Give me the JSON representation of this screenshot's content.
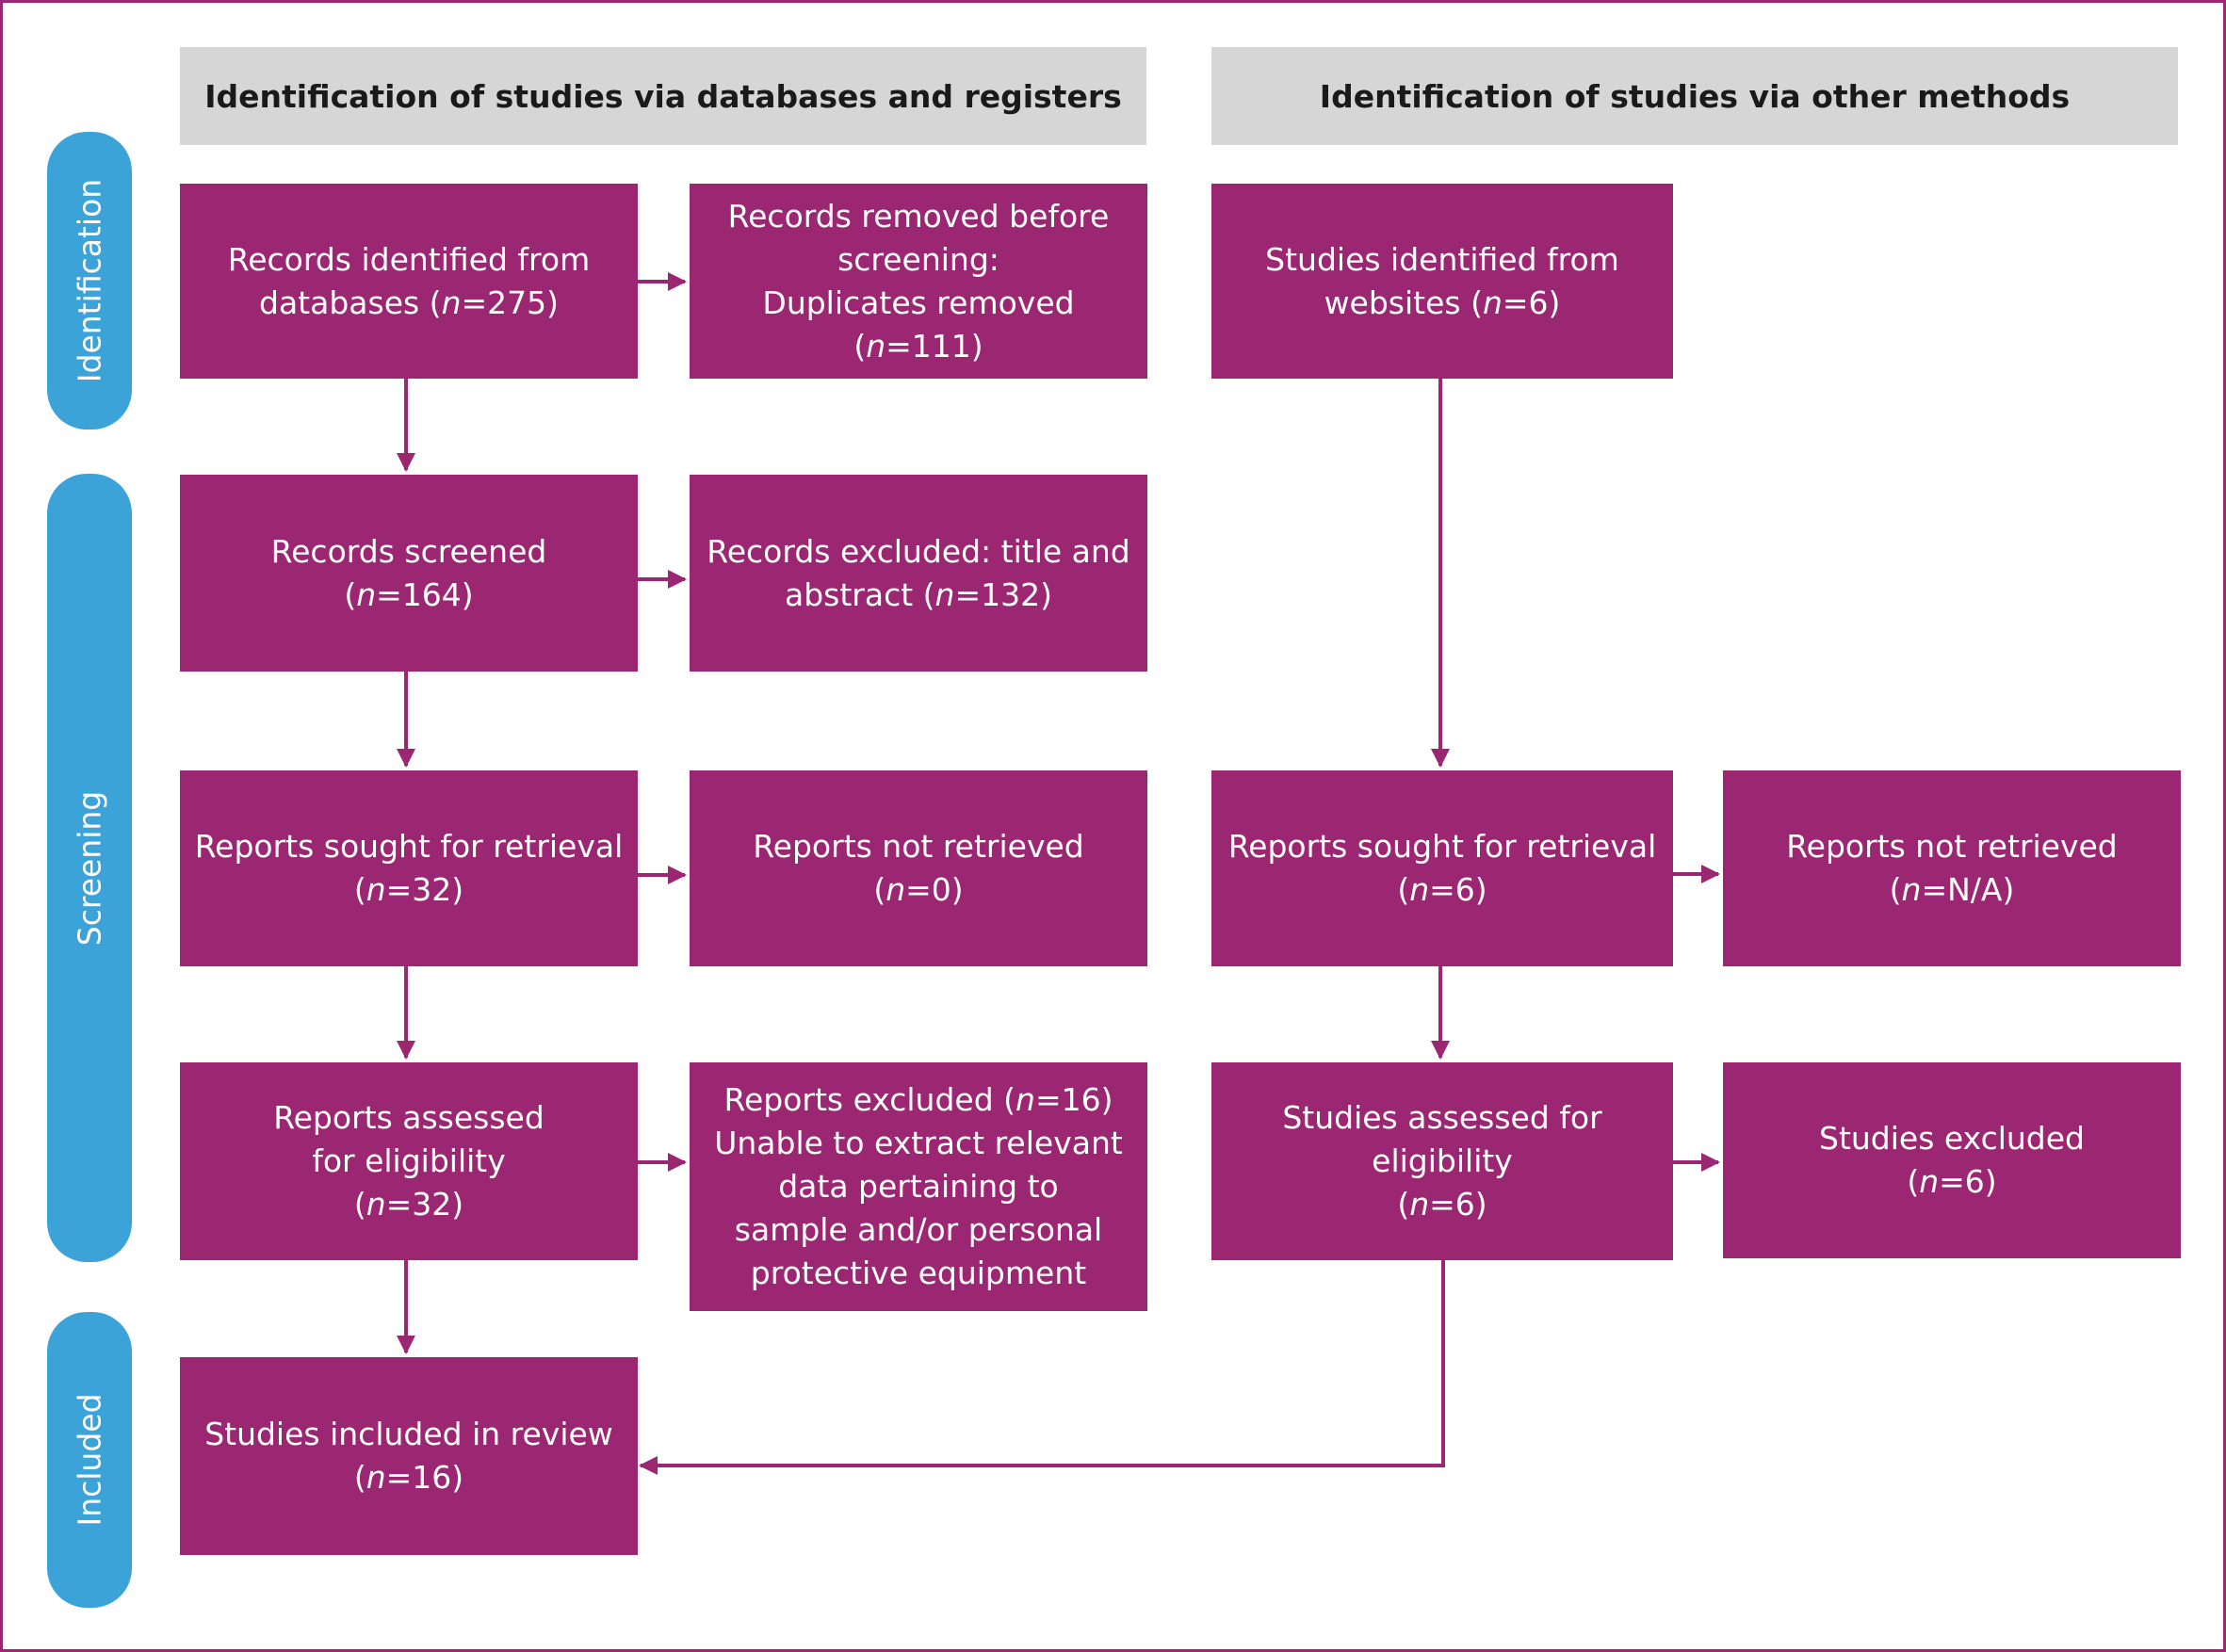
{
  "colors": {
    "box": "#9b2671",
    "stage": "#3ca3d9",
    "header": "#d6d6d6",
    "arrow": "#9b2671"
  },
  "headers": {
    "databases": "Identification of studies via databases and registers",
    "other": "Identification of studies via other methods"
  },
  "stages": {
    "identification": "Identification",
    "screening": "Screening",
    "included": "Included"
  },
  "boxes": {
    "records_identified": {
      "lines": [
        "Records identified from"
      ],
      "prefix": "databases (",
      "n": "n",
      "value": "=275)"
    },
    "records_removed": {
      "lines": [
        "Records removed before",
        "screening:",
        "Duplicates removed"
      ],
      "prefix": "(",
      "n": "n",
      "value": "=111)"
    },
    "studies_websites": {
      "lines": [
        "Studies identified from"
      ],
      "prefix": "websites (",
      "n": "n",
      "value": "=6)"
    },
    "records_screened": {
      "lines": [
        "Records screened"
      ],
      "prefix": "(",
      "n": "n",
      "value": "=164)"
    },
    "records_excluded": {
      "lines": [
        "Records excluded: title and"
      ],
      "prefix": "abstract (",
      "n": "n",
      "value": "=132)"
    },
    "reports_sought_db": {
      "lines": [
        "Reports sought for retrieval"
      ],
      "prefix": "(",
      "n": "n",
      "value": "=32)"
    },
    "reports_not_retrieved_db": {
      "lines": [
        "Reports not retrieved"
      ],
      "prefix": "(",
      "n": "n",
      "value": "=0)"
    },
    "reports_sought_other": {
      "lines": [
        "Reports sought for retrieval"
      ],
      "prefix": "(",
      "n": "n",
      "value": "=6)"
    },
    "reports_not_retrieved_other": {
      "lines": [
        "Reports not retrieved"
      ],
      "prefix": "(",
      "n": "n",
      "value": "=N/A)"
    },
    "reports_assessed": {
      "lines": [
        "Reports assessed",
        "for eligibility"
      ],
      "prefix": "(",
      "n": "n",
      "value": "=32)"
    },
    "reports_excluded": {
      "first_prefix": "Reports excluded (",
      "n": "n",
      "first_value": "=16)",
      "lines": [
        "Unable to extract relevant",
        "data pertaining to",
        "sample and/or personal",
        "protective equipment"
      ]
    },
    "studies_assessed": {
      "lines": [
        "Studies assessed for",
        "eligibility"
      ],
      "prefix": "(",
      "n": "n",
      "value": "=6)"
    },
    "studies_excluded": {
      "lines": [
        "Studies excluded"
      ],
      "prefix": "(",
      "n": "n",
      "value": "=6)"
    },
    "studies_included": {
      "lines": [
        "Studies included in review"
      ],
      "prefix": "(",
      "n": "n",
      "value": "=16)"
    }
  }
}
